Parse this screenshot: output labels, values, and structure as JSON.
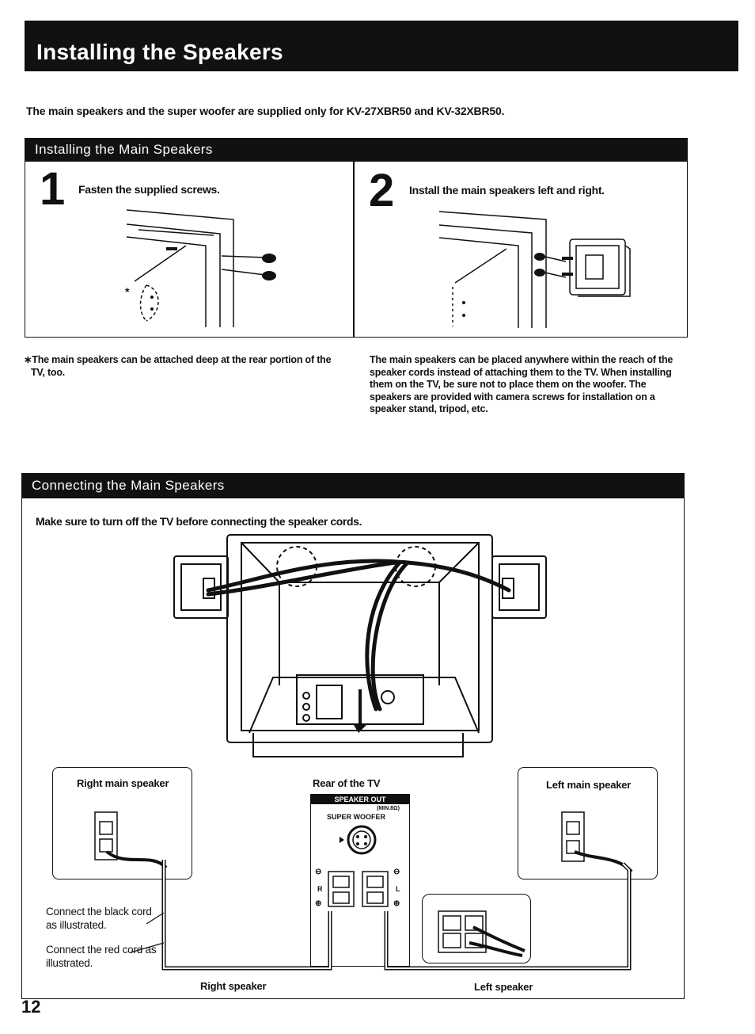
{
  "header": {
    "title": "Installing the Speakers"
  },
  "intro": "The main speakers and the super woofer are supplied only for KV-27XBR50 and KV-32XBR50.",
  "install": {
    "section_title": "Installing the Main Speakers",
    "step1": {
      "number": "1",
      "text": "Fasten the supplied screws.",
      "marker": "*"
    },
    "step2": {
      "number": "2",
      "text": "Install the main speakers left and right."
    },
    "note_left": "∗The main speakers can be attached deep at the rear portion of the TV, too.",
    "note_right": "The main speakers can be placed anywhere within the reach of the speaker cords instead of attaching them to the TV. When installing them on the TV, be sure not to place them on the woofer. The speakers are provided with camera screws for installation on a speaker stand, tripod, etc."
  },
  "connect": {
    "section_title": "Connecting the Main Speakers",
    "warning": "Make sure to turn off the TV before connecting the speaker cords.",
    "right_main_speaker": "Right main speaker",
    "left_main_speaker": "Left main speaker",
    "rear_of_tv": "Rear of the TV",
    "panel": {
      "speaker_out": "SPEAKER OUT",
      "min": "(MIN.8Ω)",
      "super_woofer": "SUPER WOOFER",
      "r": "R",
      "l": "L",
      "minus": "⊖",
      "plus": "⊕"
    },
    "connect_black": "Connect the black cord as illustrated.",
    "connect_red": "Connect the red cord as illustrated.",
    "right_speaker": "Right speaker",
    "left_speaker": "Left speaker"
  },
  "page_number": "12"
}
